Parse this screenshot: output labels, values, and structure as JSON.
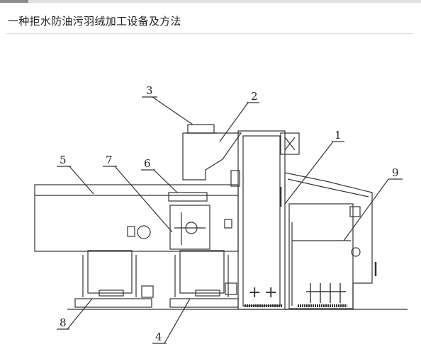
{
  "header": {
    "title": "一种拒水防油污羽绒加工设备及方法"
  },
  "figure": {
    "callouts": [
      "1",
      "2",
      "3",
      "4",
      "5",
      "6",
      "7",
      "8",
      "9"
    ]
  }
}
